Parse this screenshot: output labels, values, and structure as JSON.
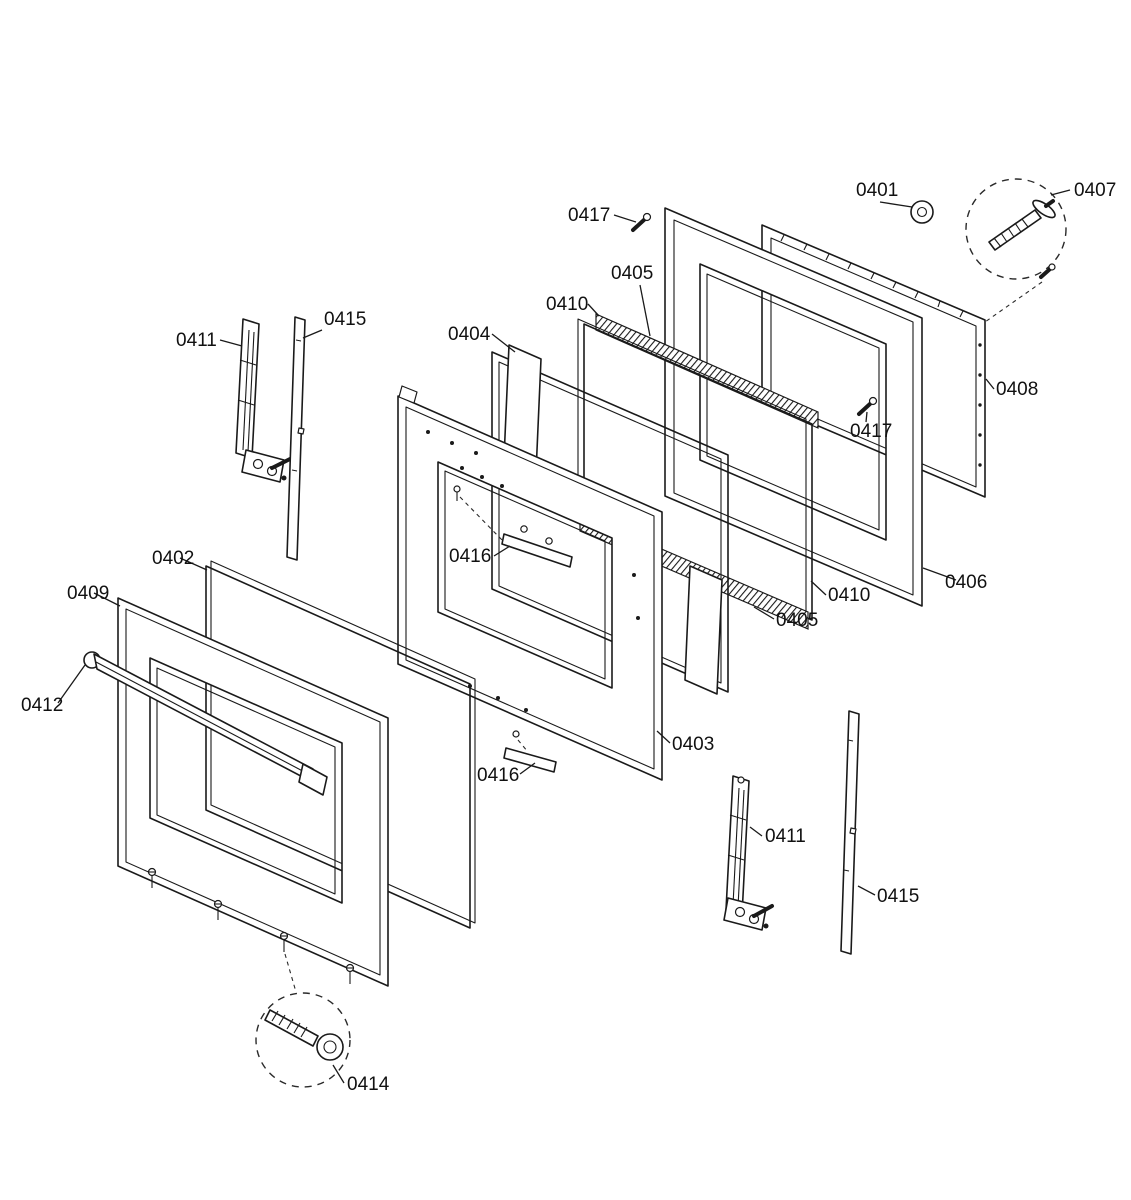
{
  "colors": {
    "background": "#ffffff",
    "line": "#1a1a1a"
  },
  "labels": [
    "0417",
    "0401",
    "0407",
    "0405",
    "0410",
    "0404",
    "0415",
    "0411",
    "0408",
    "0417",
    "0402",
    "0416",
    "0409",
    "0406",
    "0410",
    "0405",
    "0412",
    "0403",
    "0416",
    "0411",
    "0415",
    "0414"
  ]
}
